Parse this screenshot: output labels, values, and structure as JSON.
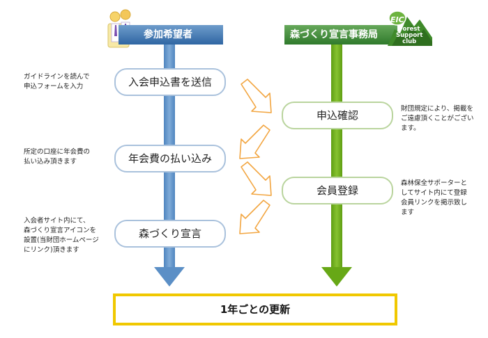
{
  "header": {
    "left_label": "参加希望者",
    "right_label": "森づくり宣言事務局"
  },
  "logo": {
    "brand": "EIC",
    "club_lines": [
      "Forest",
      "Support",
      "club"
    ]
  },
  "steps": [
    {
      "label": "入会申込書を送信",
      "note": "ガイドラインを読んで\n申込フォームを入力"
    },
    {
      "label": "申込確認",
      "note": "財団規定により、掲載を\nご遠慮頂くことがござい\nます。"
    },
    {
      "label": "年会費の払い込み",
      "note": "所定の口座に年会費の\n払い込み頂きます"
    },
    {
      "label": "会員登録",
      "note": "森林保全サポーターと\nしてサイト内にて登録\n会員リンクを掲示致し\nます"
    },
    {
      "label": "森づくり宣言",
      "note": "入会者サイト内にて、\n森づくり宣言アイコンを\n設置(当財団ホームページ\nにリンク)頂きます"
    }
  ],
  "renewal": {
    "label": "1年ごとの更新"
  },
  "colors": {
    "blue_lane": "#6b9bcc",
    "green_lane": "#6fae1f",
    "orange_arrow": "#f2a540",
    "renewal_border": "#f0c800"
  },
  "icons": [
    "people-icon",
    "forest-logo-icon"
  ]
}
